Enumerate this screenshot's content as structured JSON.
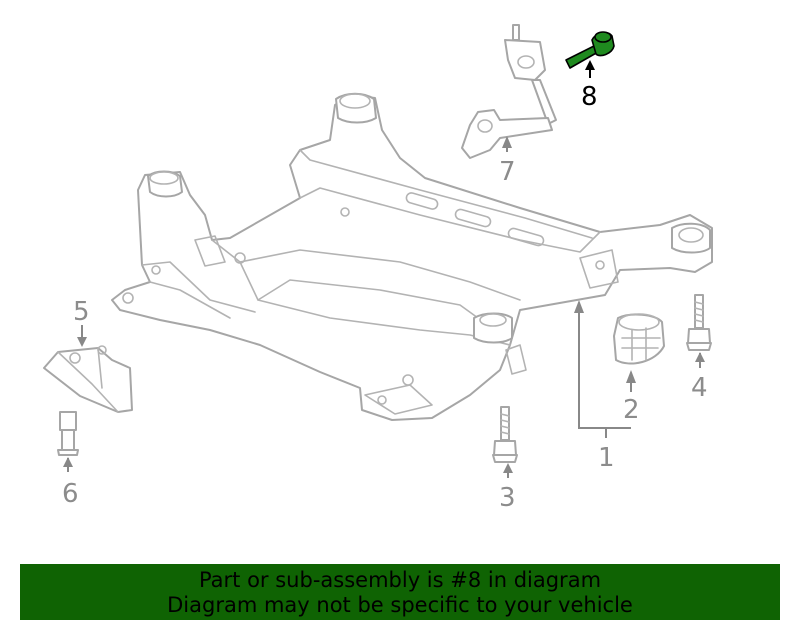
{
  "diagram": {
    "highlight_color": "#1f8a1f",
    "callouts": {
      "c1": "1",
      "c2": "2",
      "c3": "3",
      "c4": "4",
      "c5": "5",
      "c6": "6",
      "c7": "7",
      "c8": "8"
    },
    "highlighted_callout": "8"
  },
  "banner": {
    "line1": "Part or sub-assembly is #8 in diagram",
    "line2": "Diagram may not be specific to your vehicle",
    "background": "#0f6303"
  }
}
